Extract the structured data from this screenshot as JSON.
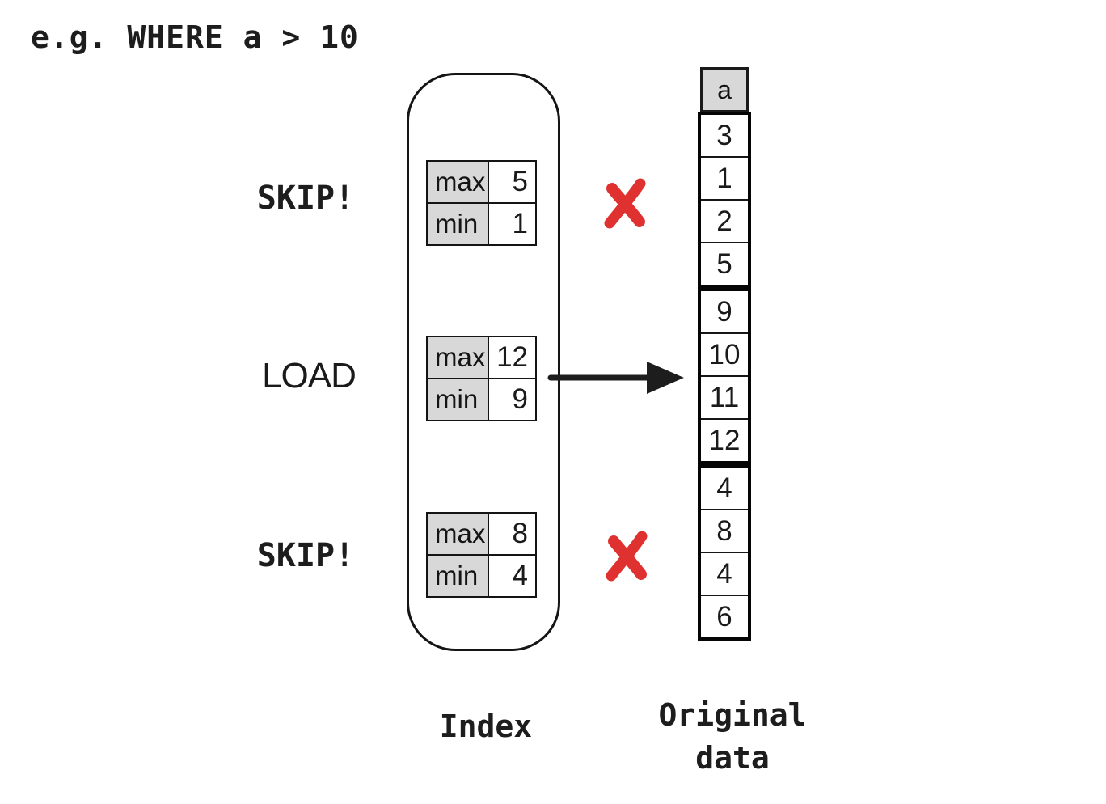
{
  "title": "e.g. WHERE a > 10",
  "labels": {
    "max": "max",
    "min": "min",
    "index_caption": "Index",
    "original_caption": [
      "Original",
      "data"
    ],
    "column_header": "a"
  },
  "colors": {
    "cross_red": "#e03131",
    "cell_gray": "#d8d8d8",
    "line_black": "#111111"
  },
  "index_entries": [
    {
      "action": "SKIP!",
      "max": 5,
      "min": 1,
      "result": "skip"
    },
    {
      "action": "LOAD",
      "max": 12,
      "min": 9,
      "result": "load"
    },
    {
      "action": "SKIP!",
      "max": 8,
      "min": 4,
      "result": "skip"
    }
  ],
  "data_blocks": [
    {
      "values": [
        3,
        1,
        2,
        5
      ]
    },
    {
      "values": [
        9,
        10,
        11,
        12
      ]
    },
    {
      "values": [
        4,
        8,
        4,
        6
      ]
    }
  ]
}
